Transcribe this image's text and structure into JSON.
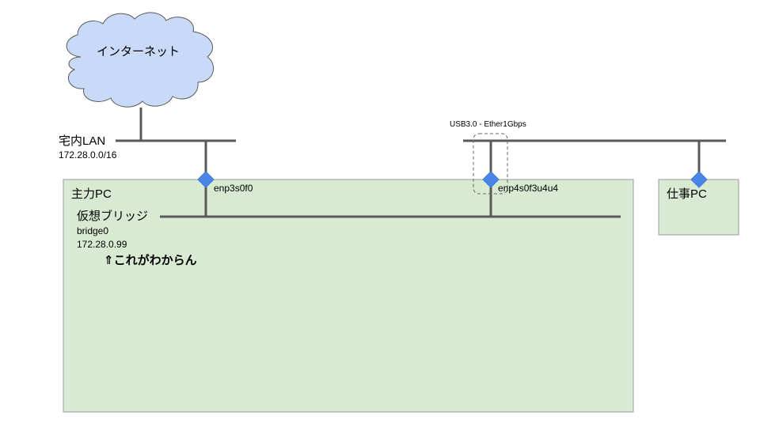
{
  "title": "Home network diagram",
  "colors": {
    "line": "#595959",
    "box_fill": "#d9ead3",
    "box_border": "#999999",
    "cloud_fill": "#c9daf8",
    "cloud_border": "#595959",
    "port": "#4a86e8",
    "dashed": "#666666"
  },
  "internet": {
    "label": "インターネット",
    "icon": "cloud-icon"
  },
  "home_lan": {
    "label": "宅内LAN",
    "subnet": "172.28.0.0/16"
  },
  "usb_adapter": {
    "label": "USB3.0 - Ether1Gbps"
  },
  "main_pc": {
    "label": "主力PC",
    "bridge": {
      "label": "仮想ブリッジ",
      "name": "bridge0",
      "ip": "172.28.0.99"
    },
    "note": "⇑これがわからん",
    "ports": [
      {
        "name": "enp3s0f0",
        "icon": "port-diamond-icon"
      },
      {
        "name": "enp4s0f3u4u4",
        "icon": "port-diamond-icon"
      }
    ]
  },
  "work_pc": {
    "label": "仕事PC",
    "icon": "port-diamond-icon"
  }
}
